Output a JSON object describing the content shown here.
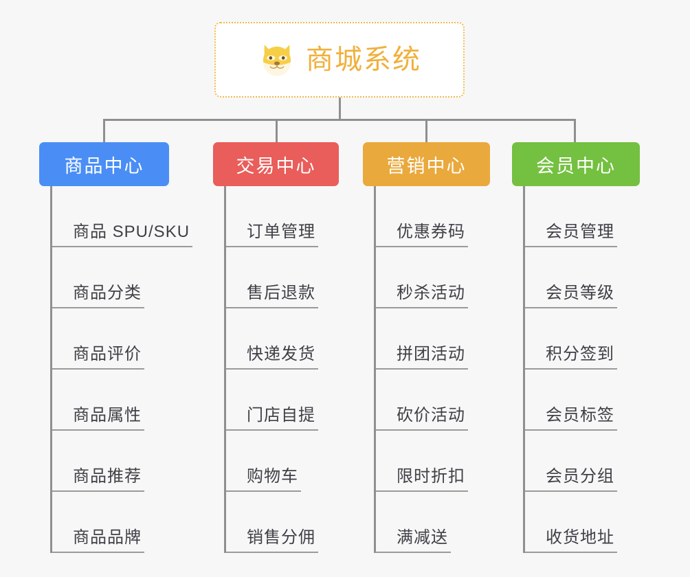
{
  "root": {
    "title": "商城系统",
    "icon": "shiba-dog-face-icon",
    "border_color": "#f0b849",
    "text_color": "#f0b03c",
    "background": "#ffffff"
  },
  "canvas": {
    "background": "#f7f7f7",
    "connector_color": "#8f8f8f"
  },
  "categories": [
    {
      "label": "商品中心",
      "color": "#4a8ef5",
      "items": [
        "商品 SPU/SKU",
        "商品分类",
        "商品评价",
        "商品属性",
        "商品推荐",
        "商品品牌"
      ]
    },
    {
      "label": "交易中心",
      "color": "#e95d5a",
      "items": [
        "订单管理",
        "售后退款",
        "快递发货",
        "门店自提",
        "购物车",
        "销售分佣"
      ]
    },
    {
      "label": "营销中心",
      "color": "#eaa93c",
      "items": [
        "优惠券码",
        "秒杀活动",
        "拼团活动",
        "砍价活动",
        "限时折扣",
        "满减送"
      ]
    },
    {
      "label": "会员中心",
      "color": "#74c040",
      "items": [
        "会员管理",
        "会员等级",
        "积分签到",
        "会员标签",
        "会员分组",
        "收货地址"
      ]
    }
  ]
}
